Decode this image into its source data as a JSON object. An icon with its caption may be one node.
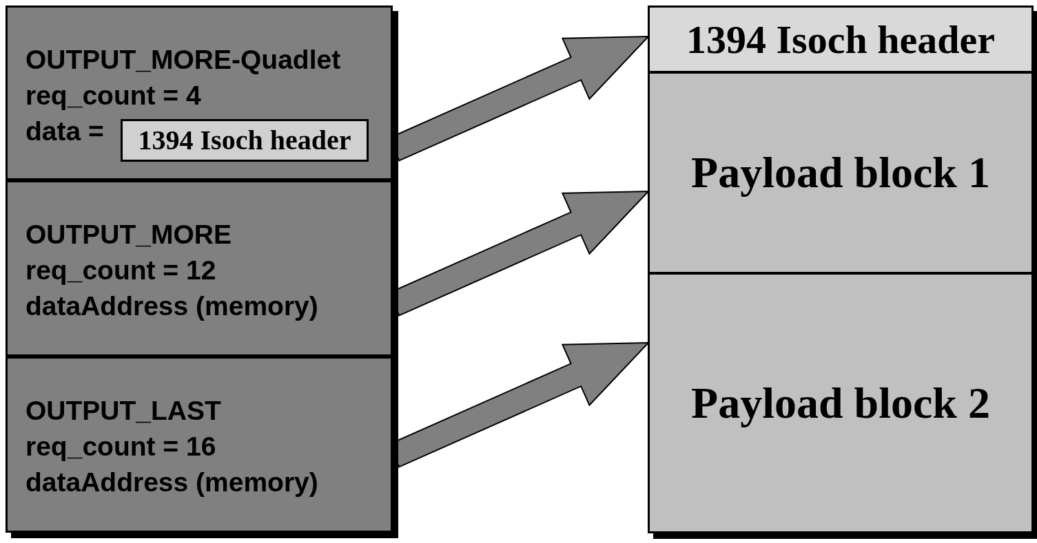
{
  "diagram": {
    "nodes": [
      {
        "text": [
          "OUTPUT_MORE-Quadlet",
          "req_count = 4",
          "data ="
        ]
      },
      {
        "text": [
          "1394 Isoch header"
        ],
        "in": 0
      },
      {
        "text": [
          "OUTPUT_MORE",
          "req_count = 12",
          "dataAddress (memory)"
        ]
      },
      {
        "text": [
          "OUTPUT_LAST",
          "req_count = 16",
          "dataAddress (memory)"
        ]
      },
      {
        "text": [],
        "shape": "box"
      },
      {
        "text": [
          "1394 Isoch header"
        ],
        "in": 4
      },
      {
        "text": [
          "Payload block 1"
        ],
        "in": 4
      },
      {
        "text": [
          "Payload block 2"
        ],
        "in": 4
      }
    ],
    "edges": [
      {
        "from": 0,
        "to": 5,
        "arrow": "to",
        "style": "thick"
      },
      {
        "from": 2,
        "to": 6,
        "arrow": "to",
        "style": "thick"
      },
      {
        "from": 3,
        "to": 7,
        "arrow": "to",
        "style": "thick"
      }
    ]
  }
}
